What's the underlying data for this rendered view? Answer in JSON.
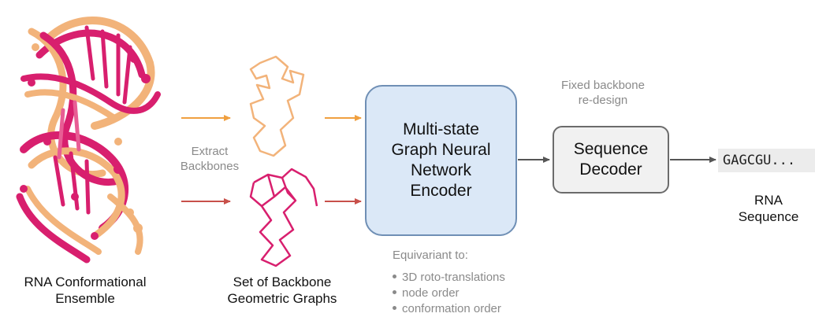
{
  "ensemble_label": [
    "RNA Conformational",
    "Ensemble"
  ],
  "extract_label": [
    "Extract",
    "Backbones"
  ],
  "graphs_label": [
    "Set of Backbone",
    "Geometric Graphs"
  ],
  "encoder_label": [
    "Multi-state",
    "Graph Neural",
    "Network",
    "Encoder"
  ],
  "fixed_label": [
    "Fixed backbone",
    "re-design"
  ],
  "decoder_label": [
    "Sequence",
    "Decoder"
  ],
  "sequence_text": "GAGCGU...",
  "sequence_label": [
    "RNA",
    "Sequence"
  ],
  "equivariant_heading": "Equivariant to:",
  "equivariant_items": [
    "3D roto-translations",
    "node order",
    "conformation order"
  ],
  "colors": {
    "tan": "#f2b37a",
    "magenta": "#d81f6e",
    "arrow_orange": "#f0a040",
    "arrow_red": "#c8504a",
    "encoder_fill": "#dbe8f7",
    "encoder_border": "#6f8fb5",
    "decoder_fill": "#f1f1f1",
    "arrow_gray": "#555555"
  }
}
